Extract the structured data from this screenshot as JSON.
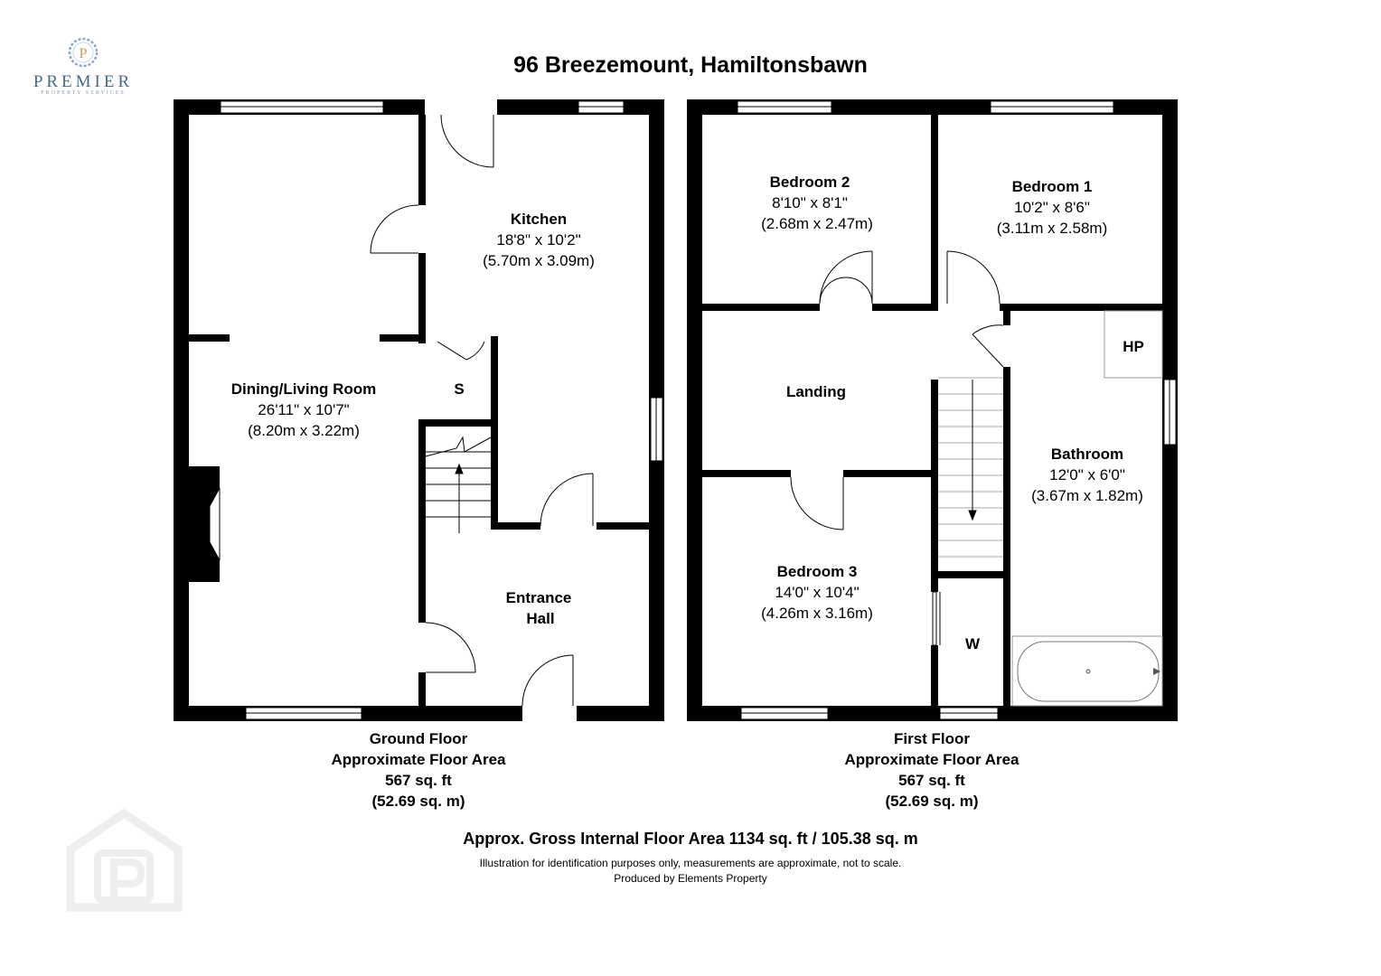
{
  "brand": {
    "name": "PREMIER",
    "tagline": "PROPERTY SERVICES",
    "logo_letter": "P",
    "accent": "#4a6a8c"
  },
  "title": "96 Breezemount, Hamiltonsbawn",
  "rooms": {
    "dining_living": {
      "name": "Dining/Living Room",
      "imperial": "26'11\" x 10'7\"",
      "metric": "(8.20m x 3.22m)"
    },
    "kitchen": {
      "name": "Kitchen",
      "imperial": "18'8\" x 10'2\"",
      "metric": "(5.70m x 3.09m)"
    },
    "store": {
      "name": "S"
    },
    "entrance_hall": {
      "line1": "Entrance",
      "line2": "Hall"
    },
    "bedroom2": {
      "name": "Bedroom 2",
      "imperial": "8'10\" x 8'1\"",
      "metric": "(2.68m x 2.47m)"
    },
    "bedroom1": {
      "name": "Bedroom 1",
      "imperial": "10'2\" x 8'6\"",
      "metric": "(3.11m x 2.58m)"
    },
    "landing": {
      "name": "Landing"
    },
    "hp": {
      "name": "HP"
    },
    "bathroom": {
      "name": "Bathroom",
      "imperial": "12'0\" x 6'0\"",
      "metric": "(3.67m x 1.82m)"
    },
    "bedroom3": {
      "name": "Bedroom 3",
      "imperial": "14'0\" x 10'4\"",
      "metric": "(4.26m x 3.16m)"
    },
    "wardrobe": {
      "name": "W"
    }
  },
  "ground_floor": {
    "label": "Ground Floor",
    "area_label": "Approximate Floor Area",
    "area_sqft": "567 sq. ft",
    "area_sqm": "(52.69 sq. m)"
  },
  "first_floor": {
    "label": "First Floor",
    "area_label": "Approximate Floor Area",
    "area_sqft": "567 sq. ft",
    "area_sqm": "(52.69 sq. m)"
  },
  "gross_area": "Approx. Gross Internal Floor Area 1134 sq. ft / 105.38 sq. m",
  "disclaimer": "Illustration for identification purposes only, measurements are approximate, not to scale.",
  "produced_by": "Produced by Elements Property",
  "colors": {
    "wall": "#000000",
    "window": "#ffffff",
    "watermark": "#f2f2f2"
  }
}
